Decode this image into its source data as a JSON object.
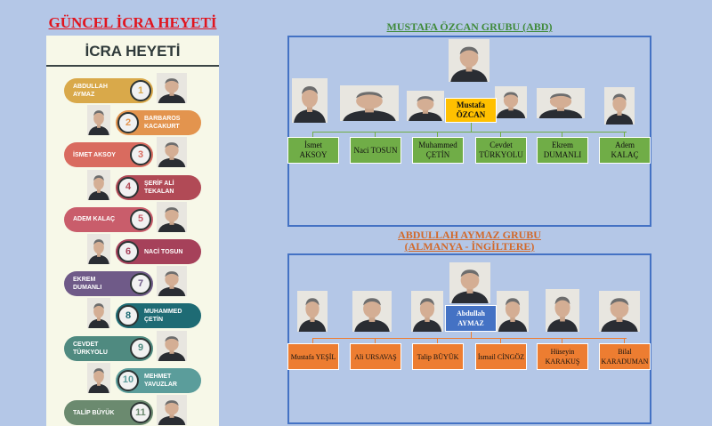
{
  "title": "GÜNCEL İCRA HEYETİ",
  "panel": {
    "heading": "İCRA HEYETİ",
    "members": [
      {
        "n": "1",
        "name": "ABDULLAH\nAYMAZ",
        "color": "#d9a94a"
      },
      {
        "n": "2",
        "name": "BARBAROS\nKACAKURT",
        "color": "#e3944e"
      },
      {
        "n": "3",
        "name": "İSMET AKSOY",
        "color": "#d96b5f"
      },
      {
        "n": "4",
        "name": "ŞERİF ALİ\nTEKALAN",
        "color": "#b14a56"
      },
      {
        "n": "5",
        "name": "ADEM KALAÇ",
        "color": "#c95d6b"
      },
      {
        "n": "6",
        "name": "NACİ TOSUN",
        "color": "#a6415a"
      },
      {
        "n": "7",
        "name": "EKREM\nDUMANLI",
        "color": "#6f5a88"
      },
      {
        "n": "8",
        "name": "MUHAMMED\nÇETİN",
        "color": "#1e6b74"
      },
      {
        "n": "9",
        "name": "CEVDET\nTÜRKYOLU",
        "color": "#4f8a80"
      },
      {
        "n": "10",
        "name": "MEHMET\nYAVUZLAR",
        "color": "#5b9d9b"
      },
      {
        "n": "11",
        "name": "TALİP BÜYÜK",
        "color": "#6b8a6f"
      }
    ]
  },
  "group1": {
    "title": "MUSTAFA ÖZCAN GRUBU (ABD)",
    "leader": "Mustafa\nÖZCAN",
    "members": [
      "İsmet\nAKSOY",
      "Naci TOSUN",
      "Muhammed\nÇETİN",
      "Cevdet\nTÜRKYOLU",
      "Ekrem\nDUMANLI",
      "Adem\nKALAÇ"
    ]
  },
  "group2": {
    "title_line1": "ABDULLAH AYMAZ GRUBU",
    "title_line2": "(ALMANYA - İNGİLTERE)",
    "leader": "Abdullah\nAYMAZ",
    "members": [
      "Mustafa  YEŞİL",
      "Ali  URSAVAŞ",
      "Talip  BÜYÜK",
      "İsmail  CİNGÖZ",
      "Hüseyin\nKARAKUŞ",
      "Bilal\nKARADUMAN"
    ]
  }
}
